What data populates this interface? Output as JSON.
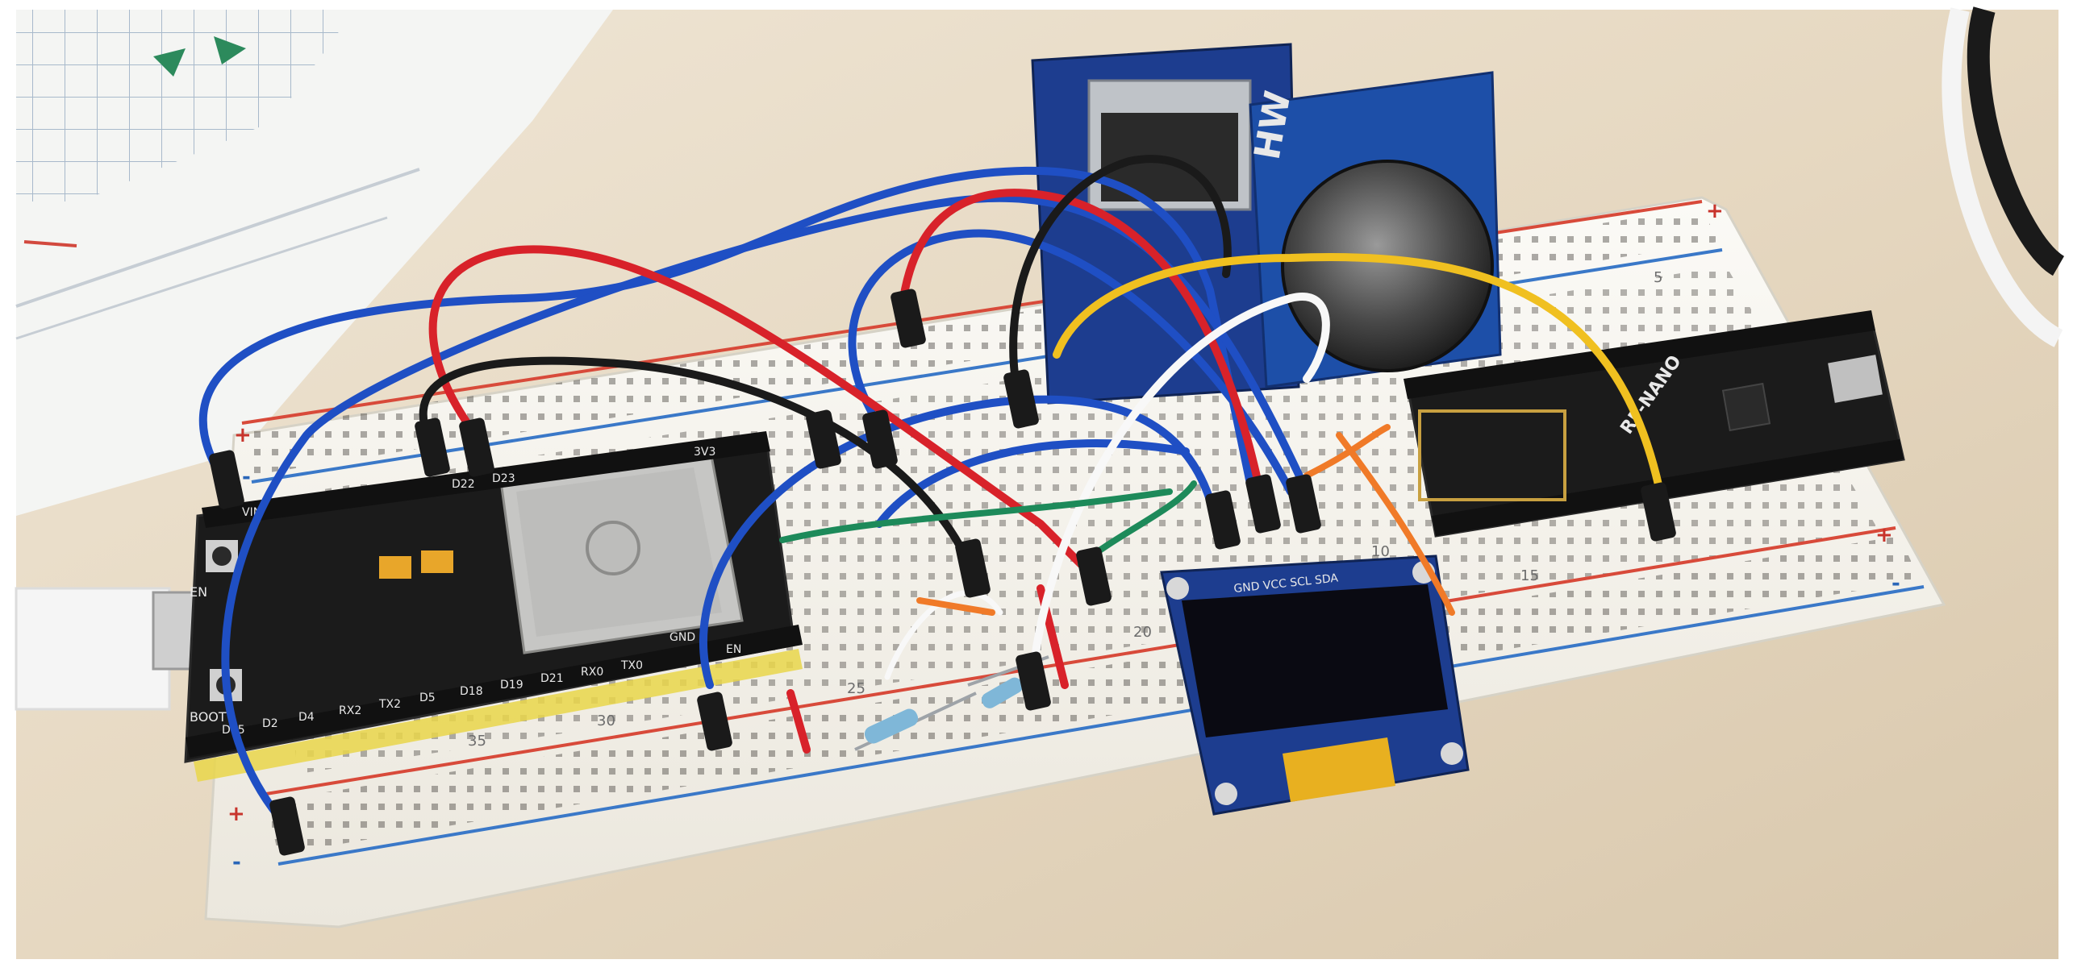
{
  "scene": {
    "background_color": "#ffffff",
    "desk_color": "#e8dcc8",
    "breadboard_color": "#f4f2ec"
  },
  "labels": {
    "oled_pins": "GND VCC SCL SDA",
    "rtc_brand": "HW",
    "nano_brand": "RF-NANO",
    "esp_pin_gnd": "GND",
    "esp_pin_vin": "VIN",
    "esp_pin_3v3": "3V3",
    "esp_pin_en": "EN",
    "esp_pin_d23": "D23",
    "esp_pin_d22": "D22",
    "esp_pin_tx0": "TX0",
    "esp_pin_rx0": "RX0",
    "esp_pin_d21": "D21",
    "esp_pin_d19": "D19",
    "esp_pin_d18": "D18",
    "esp_pin_d5": "D5",
    "esp_pin_tx2": "TX2",
    "esp_pin_rx2": "RX2",
    "esp_pin_d4": "D4",
    "esp_pin_d2": "D2",
    "esp_pin_d15": "D15",
    "esp_btn_en": "EN",
    "esp_btn_boot": "BOOT",
    "bb_row_5": "5",
    "bb_row_10": "10",
    "bb_row_15": "15",
    "bb_row_20": "20",
    "bb_row_25": "25",
    "bb_row_30": "30",
    "bb_row_35": "35",
    "bb_rail_plus": "+",
    "bb_rail_minus": "-"
  },
  "colors": {
    "wire_red": "#d8222a",
    "wire_blue": "#1f4fc4",
    "wire_black": "#1a1a1a",
    "wire_yellow": "#f0c020",
    "wire_white": "#f8f8f8",
    "wire_green": "#1d8a5a",
    "wire_orange": "#f07a28",
    "pcb_black": "#1b1b1b",
    "pcb_blue": "#1d3d8f",
    "oled_screen": "#0a0a12",
    "rail_red": "#d84a3a",
    "rail_blue": "#3a78c8"
  }
}
